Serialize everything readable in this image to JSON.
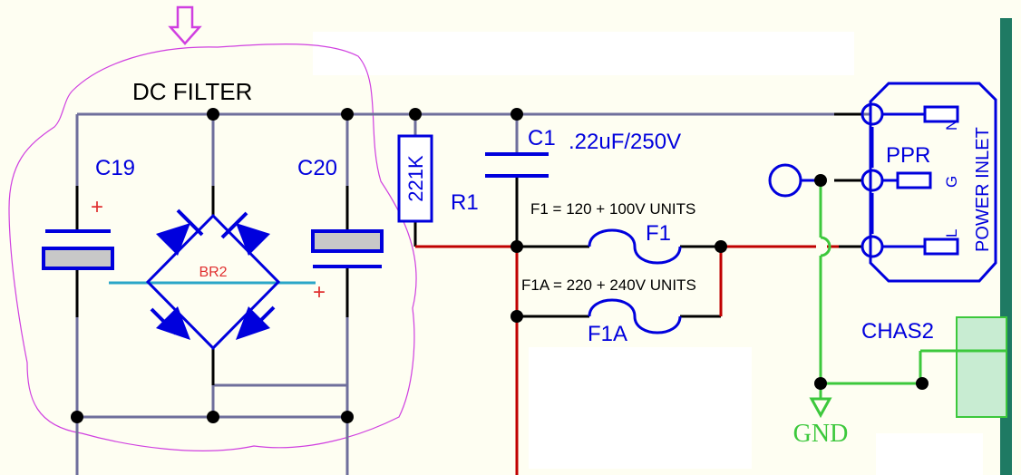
{
  "annotation": {
    "block_title": "DC FILTER"
  },
  "components": {
    "c19": {
      "ref": "C19",
      "polarity": "+"
    },
    "c20": {
      "ref": "C20",
      "polarity": "+"
    },
    "bridge": {
      "ref": "BR2"
    },
    "r1": {
      "ref": "R1",
      "value": "221K"
    },
    "c1": {
      "ref": "C1",
      "value": ".22uF/250V"
    },
    "f1": {
      "ref": "F1",
      "note": "F1 = 120 + 100V UNITS"
    },
    "f1a": {
      "ref": "F1A",
      "note": "F1A = 220 + 240V UNITS"
    },
    "ppr": {
      "ref": "PPR"
    },
    "inlet": {
      "title": "POWER INLET",
      "pin_n": "N",
      "pin_g": "G",
      "pin_l": "L"
    },
    "chassis": {
      "ref": "CHAS2"
    },
    "ground": {
      "label": "GND"
    }
  },
  "colors": {
    "background": "#fefef2",
    "wire_blue_gray": "#6f6f9c",
    "wire_black": "#000000",
    "wire_red": "#c00000",
    "wire_green": "#3cc83c",
    "symbol_blue": "#0000dd",
    "annotation_magenta": "#d040e0",
    "bridge_cyan": "#2aa6c8",
    "chassis_fill": "#c8ecd2",
    "panel_teal": "#1f7a63"
  }
}
